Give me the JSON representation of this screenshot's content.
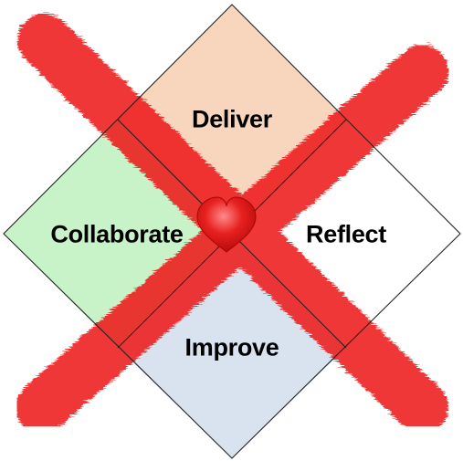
{
  "quadrants": {
    "top": {
      "label": "Deliver",
      "color": "#f7d6bd"
    },
    "left": {
      "label": "Collaborate",
      "color": "#c8f2c8"
    },
    "right": {
      "label": "Reflect",
      "color": "#ffffff"
    },
    "bottom": {
      "label": "Improve",
      "color": "#d9e3f0"
    }
  },
  "cross_color": "#ee1c1c",
  "heart_color": "#e01818",
  "outline_color": "#222222",
  "icons": {
    "center": "heart-icon"
  }
}
